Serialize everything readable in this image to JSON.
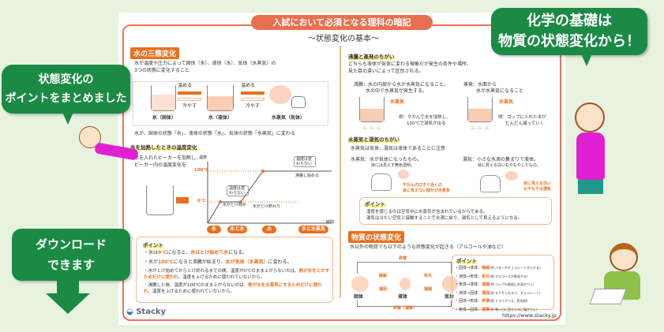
{
  "title": "入試において必須となる理科の暗記",
  "subtitle": "～状態変化の基本～",
  "bubbles": {
    "left": [
      "状態変化の",
      "ポイントをまとめました"
    ],
    "right": [
      "化学の基礎は",
      "物質の状態変化から！"
    ],
    "download": [
      "ダウンロード",
      "できます"
    ]
  },
  "left": {
    "section1": "水の三態変化",
    "intro": [
      "水が温度や圧力によって固体（氷）、液体（水）、気体（水蒸気）の",
      "3つの状態に変化すること"
    ],
    "warm": "温める",
    "cool": "冷やす",
    "states": [
      "氷（固体）",
      "水（液体）",
      "水蒸気（気体）"
    ],
    "summary": "水が、固体の状態「氷」、液体の状態「水」、気体の状態「水蒸気」に変わる",
    "section2": "氷を加熱したときの温度変化",
    "exp": [
      "氷を入れたビーカーを加熱し、",
      "ビーカー内の温度変化を"
    ],
    "chart": {
      "ylabel": "温度",
      "xlabel": "時間",
      "t100": "100℃",
      "t0": "0℃",
      "note1": "温度は変わらない",
      "note2": "温度は変わらない",
      "melt_start": "氷がとけ始め",
      "melt_end": "氷がとけ終わり",
      "boil": "沸騰し始める",
      "phases": [
        "氷",
        "氷と水",
        "水",
        "水と水蒸気"
      ]
    },
    "point_label": "ポイント",
    "points": [
      {
        "pre": "氷は",
        "h1": "0℃",
        "mid": "になると、",
        "h2": "氷はとけ始めて水",
        "post": "になる。"
      },
      {
        "pre": "水が",
        "h1": "100℃",
        "mid": "になると沸騰が始まり、",
        "h2": "水が気体（水蒸気）",
        "post": "に変わる。"
      },
      {
        "pre": "氷がとけ始めてからとけ終わるまでの間、温度が0℃のまま上がらないのは、",
        "h1": "",
        "mid": "",
        "h2": "熱が氷をとかすためだけに使われ",
        "post": "、温度を上げるために使われていないから。"
      },
      {
        "pre": "沸騰した後、温度が100℃のまま上がらないのは、",
        "h1": "",
        "mid": "",
        "h2": "熱が水を水蒸気にするためだけに使われ",
        "post": "、温度を上げるために使われていないから。"
      }
    ],
    "logo": "Stacky"
  },
  "right": {
    "section1": "沸騰と蒸発のちがい",
    "intro": [
      "どちらも液体が気体に変わる現象だが発生の条件や場所、",
      "見た目の違いによって区別される。"
    ],
    "boil": {
      "label": "沸騰：水の内部から水が水蒸気になること。",
      "label2": "水の中で水蒸気が発生する。",
      "vapor": "水蒸気",
      "ex": [
        "例：やかんで水を加熱し、",
        "100℃で湯気が出る"
      ]
    },
    "evap": {
      "label": "蒸発：水面から",
      "label2": "水が水蒸気になること",
      "vapor": "水蒸気",
      "ex": [
        "例：コップに入れた水が",
        "だんだん減っていく"
      ]
    },
    "section2": "水蒸気と湯気のちがい",
    "note": "水蒸気は気体、湯気は液体であることに注意",
    "vapor_def": [
      "水蒸気：水が気体になったもの。",
      "目には見えず無色透明。"
    ],
    "steam_def": [
      "湯気：小さな水滴の集まりで液体。",
      "目に見える白いもやもやしたもの。"
    ],
    "vapor_cap": [
      "やかんの口すぐ近くの",
      "目に見えない部分が水蒸気"
    ],
    "steam_cap": [
      "目に見える白い",
      "もやもやは湯気"
    ],
    "point_label": "ポイント",
    "point_text": [
      "湿度を感じるのは空気中に水蒸気が含まれているからである。",
      "湯気は冷たい空気と接触することで水滴に戻り、湯気として見えるようになる。"
    ],
    "section3": "物質の状態変化",
    "intro3": "水以外の物質でも以下のような状態変化が起きる（アルコールや油など）",
    "diagram": {
      "solid": "固体",
      "liquid": "液体",
      "gas": "気体",
      "melt": "融解",
      "freeze": "凝固",
      "vaporize": "気化",
      "condense": "凝縮",
      "sublime_top": "昇華",
      "sublime_bottom": "昇華（凝華）"
    },
    "points": [
      {
        "k": "・固体→液体：",
        "v": "融解",
        "e": "(例 バターやチョコレートがとける)"
      },
      {
        "k": "・液体→気体：",
        "v": "気化",
        "e": "(例 アルコールが蒸発する)"
      },
      {
        "k": "・気体→液体：",
        "v": "凝縮",
        "e": "(例 コップの表面に水滴がつく)"
      },
      {
        "k": "・液体→固体：",
        "v": "凝固",
        "e": "(例 ろうそくのろう、チョコレート)"
      },
      {
        "k": "・固体→気体：",
        "v": "昇華",
        "e": "(例 ドライアイス、防虫剤)"
      },
      {
        "k": "・気体→固体：",
        "v": "凝華",
        "e": "(例 寒い日に窓ガラスに霜がつく)"
      }
    ],
    "url": "https://www.stacky.jp"
  },
  "colors": {
    "orange": "#e8701e",
    "green": "#1b8a45",
    "frame": "#ec7556"
  }
}
